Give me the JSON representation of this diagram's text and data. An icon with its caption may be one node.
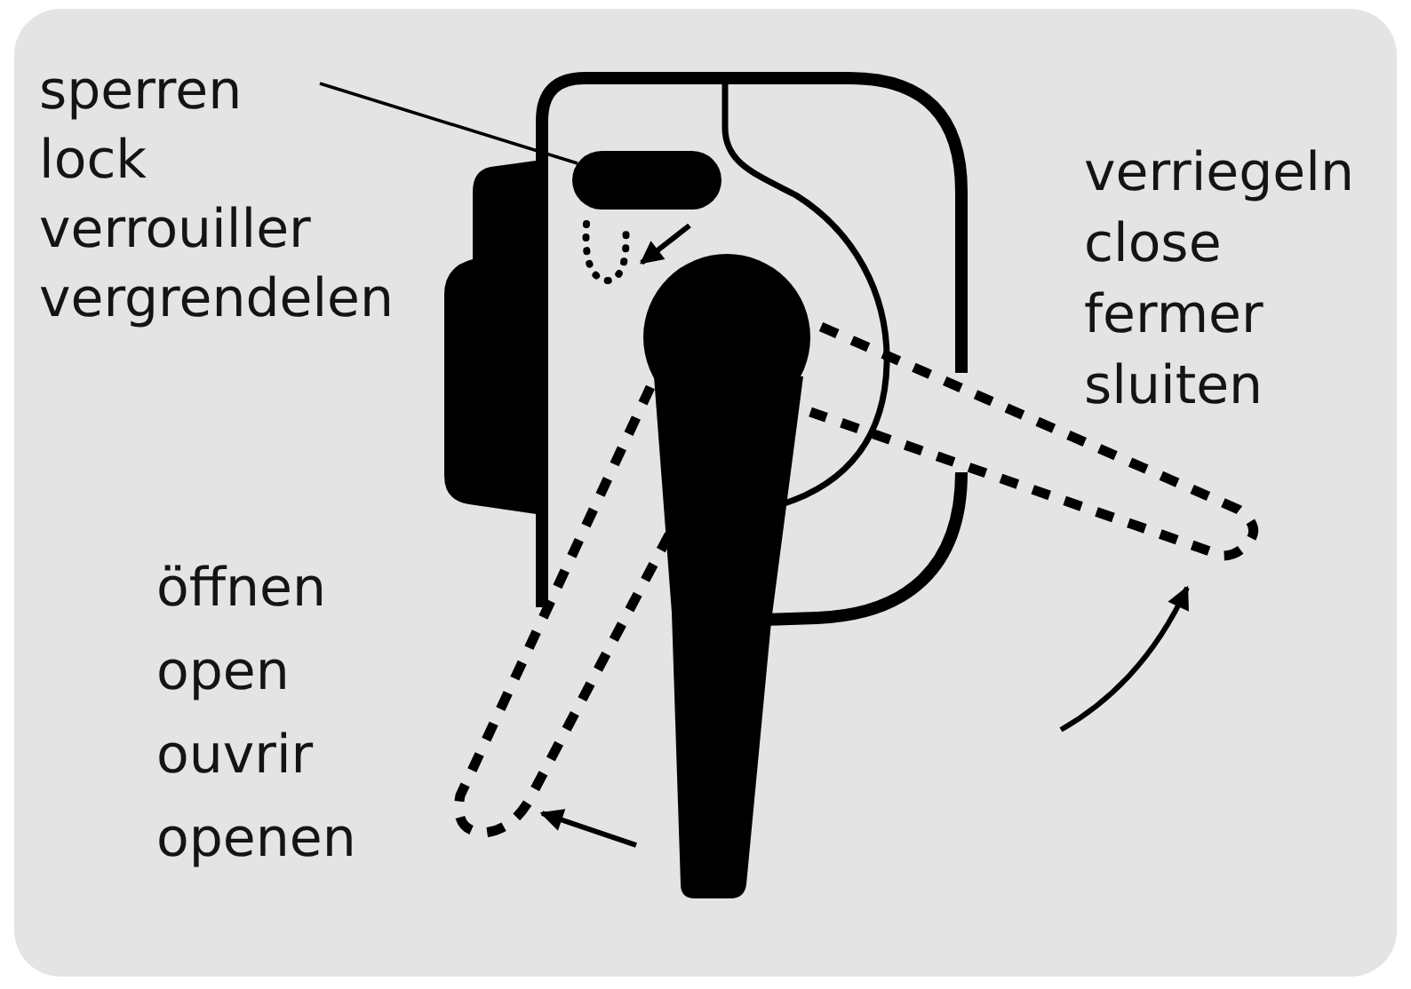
{
  "diagram": {
    "nodes": [
      {
        "text": [
          "sperren lock verrouiller vergrendelen"
        ]
      },
      {
        "text": [],
        "shape": "box"
      }
    ],
    "edges": [
      {
        "from": 0,
        "to": 1,
        "arrow": "none"
      }
    ],
    "labels": [
      "verriegeln close fermer sluiten",
      "öffnen open ouvrir openen"
    ]
  }
}
